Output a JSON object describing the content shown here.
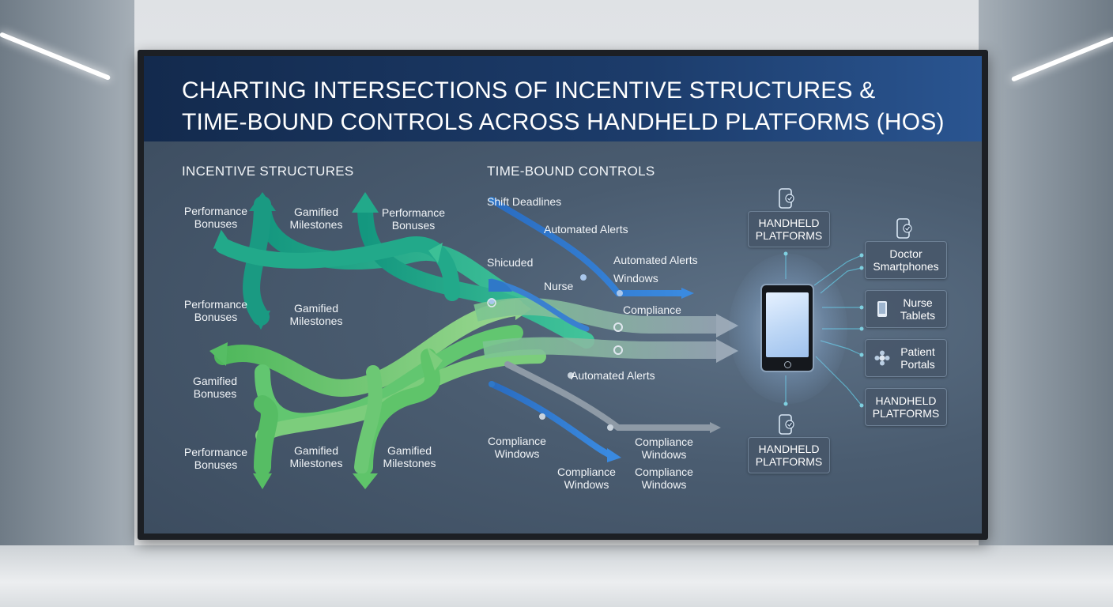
{
  "title": {
    "line1": "CHARTING INTERSECTIONS OF INCENTIVE STRUCTURES &",
    "line2": "TIME-BOUND CONTROLS ACROSS HANDHELD PLATFORMS (HOS)"
  },
  "sections": {
    "incentive": "INCENTIVE STRUCTURES",
    "time_bound": "TIME-BOUND CONTROLS"
  },
  "incentive_labels": {
    "perf1_a": "Performance",
    "perf1_b": "Bonuses",
    "gam1_a": "Gamified",
    "gam1_b": "Milestones",
    "perf2_a": "Performance",
    "perf2_b": "Bonuses",
    "perf3_a": "Performance",
    "perf3_b": "Bonuses",
    "gam2_a": "Gamified",
    "gam2_b": "Milestones",
    "gbon_a": "Gamified",
    "gbon_b": "Bonuses",
    "perf4_a": "Performance",
    "perf4_b": "Bonuses",
    "gam3_a": "Gamified",
    "gam3_b": "Milestones",
    "gam4_a": "Gamified",
    "gam4_b": "Milestones"
  },
  "time_labels": {
    "shift": "Shift Deadlines",
    "alerts1": "Automated Alerts",
    "shicuded": "Shicuded",
    "alerts2": "Automated Alerts",
    "windows1": "Windows",
    "nurse": "Nurse",
    "compliance": "Compliance",
    "alerts3": "Automated Alerts",
    "cw1_a": "Compliance",
    "cw1_b": "Windows",
    "cw2_a": "Compliance",
    "cw2_b": "Windows",
    "cw3_a": "Compliance",
    "cw3_b": "Windows",
    "cw4_a": "Compliance",
    "cw4_b": "Windows"
  },
  "platforms": {
    "top_a": "HANDHELD",
    "top_b": "PLATFORMS",
    "bottom_a": "HANDHELD",
    "bottom_b": "PLATFORMS",
    "doctor_a": "Doctor",
    "doctor_b": "Smartphones",
    "nurse_a": "Nurse",
    "nurse_b": "Tablets",
    "patient_a": "Patient",
    "patient_b": "Portals",
    "hp_a": "HANDHELD",
    "hp_b": "PLATFORMS"
  },
  "colors": {
    "teal": "#1fa890",
    "green": "#5fc46a",
    "blue": "#2f78c8",
    "grey": "#8e9aa6",
    "header": "#1c3c6b"
  },
  "icons": [
    "phone-icon",
    "tablet-icon",
    "portal-icon"
  ]
}
